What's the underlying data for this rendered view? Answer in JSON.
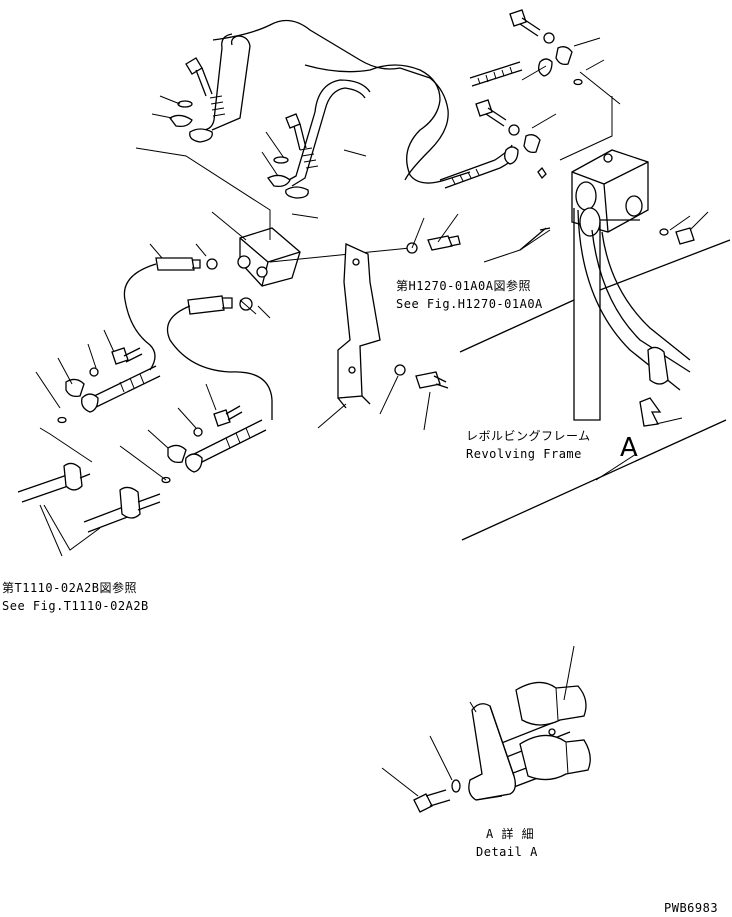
{
  "figure": {
    "ref_top_jp": "第H1270-01A0A図参照",
    "ref_top_en": "See Fig.H1270-01A0A",
    "ref_left_jp": "第T1110-02A2B図参照",
    "ref_left_en": "See Fig.T1110-02A2B",
    "frame_jp": "レボルビングフレーム",
    "frame_en": "Revolving Frame",
    "view_letter": "A",
    "detail_jp": "A 詳 細",
    "detail_en": "Detail A",
    "drawing_code": "PWB6983"
  }
}
